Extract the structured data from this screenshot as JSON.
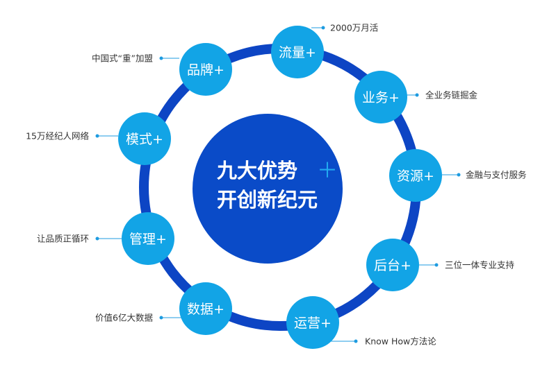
{
  "colors": {
    "ring": "#0d45c4",
    "center": "#0a4bc8",
    "node": "#12a4e6",
    "line": "#1d9be0",
    "plus_accent": "#22aaf0"
  },
  "center": {
    "line1": "九大优势",
    "plus": "＋",
    "line2": "开创新纪元"
  },
  "nodes": [
    {
      "label": "流量+",
      "callout": "2000万月活"
    },
    {
      "label": "业务+",
      "callout": "全业务链掘金"
    },
    {
      "label": "资源+",
      "callout": "金融与支付服务"
    },
    {
      "label": "后台+",
      "callout": "三位一体专业支持"
    },
    {
      "label": "运营+",
      "callout": "Know How方法论"
    },
    {
      "label": "数据+",
      "callout": "价值6亿大数据"
    },
    {
      "label": "管理+",
      "callout": "让品质正循环"
    },
    {
      "label": "模式+",
      "callout": "15万经纪人网络"
    },
    {
      "label": "品牌+",
      "callout": "中国式“重”加盟"
    }
  ]
}
